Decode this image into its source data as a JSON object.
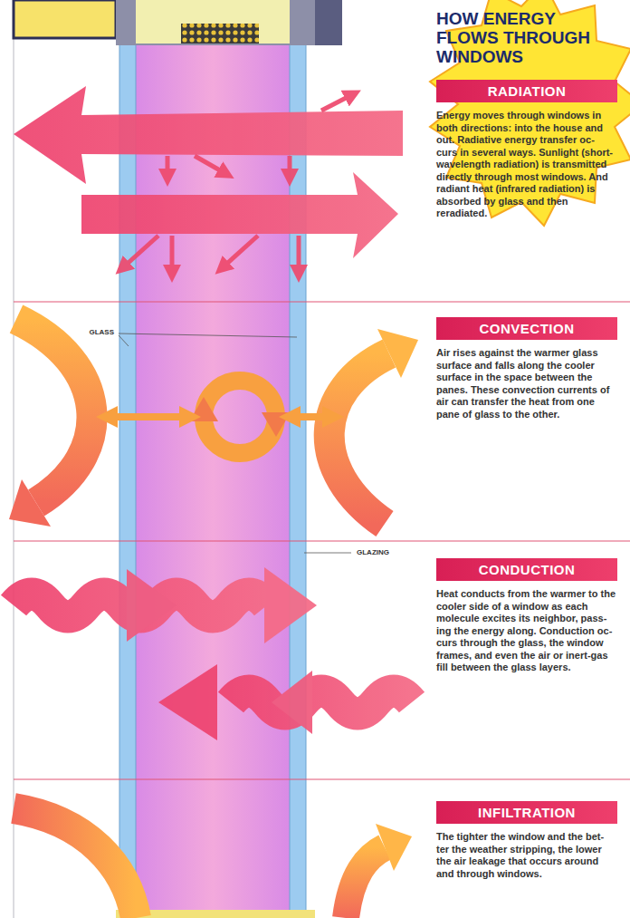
{
  "diagram": {
    "title": "HOW ENERGY FLOWS THROUGH WINDOWS",
    "nodes": [
      {
        "text": [
          "RADIATION",
          "Energy moves through windows in both directions: into the house and out. Radiative energy transfer oc- curs in several ways. Sunlight (short-wavelength radiation) is transmitted directly through most windows. And radiant heat (infrared radiation) is absorbed by glass and then reradiated."
        ]
      },
      {
        "text": [
          "CONVECTION",
          "Air rises against the warmer glass surface and falls along the cooler surface in the space between the panes. These convection currents of air can transfer the heat from one pane of glass to the other."
        ]
      },
      {
        "text": [
          "CONDUCTION",
          "Heat conducts from the warmer to the cooler side of a window as each molecule excites its neighbor, pass- ing the energy along. Conduction oc- curs through the glass, the window frames, and even the air or inert-gas fill between the glass layers."
        ]
      },
      {
        "text": [
          "INFILTRATION",
          "The tighter the window and the bet- ter the weather stripping, the lower the air leakage that occurs around and through windows."
        ]
      }
    ],
    "labels": [
      "GLASS",
      "GLAZING"
    ]
  }
}
